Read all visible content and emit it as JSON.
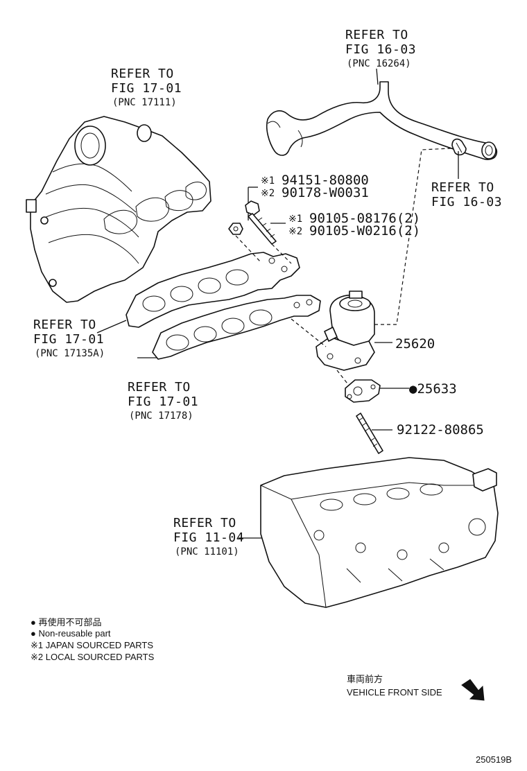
{
  "refs": {
    "hose_top": {
      "l1": "REFER TO",
      "l2": "FIG 16-03",
      "l3": "(PNC 16264)"
    },
    "intake_manifold": {
      "l1": "REFER TO",
      "l2": "FIG 17-01",
      "l3": "(PNC 17111)"
    },
    "clamp": {
      "l1": "REFER TO",
      "l2": "FIG 16-03"
    },
    "gasket_a": {
      "l1": "REFER TO",
      "l2": "FIG 17-01",
      "l3": "(PNC 17135A)"
    },
    "gasket_b": {
      "l1": "REFER TO",
      "l2": "FIG 17-01",
      "l3": "(PNC 17178)"
    },
    "cylinder_head": {
      "l1": "REFER TO",
      "l2": "FIG 11-04",
      "l3": "(PNC 11101)"
    }
  },
  "parts": {
    "nut": {
      "m1": "※1",
      "p1": "94151-80800",
      "m2": "※2",
      "p2": "90178-W0031"
    },
    "bolt": {
      "m1": "※1",
      "p1": "90105-08176(2)",
      "m2": "※2",
      "p2": "90105-W0216(2)"
    },
    "egr_valve": "25620",
    "egr_gasket": "●25633",
    "stud": "92122-80865"
  },
  "legend": {
    "jp_nonreusable": "● 再使用不可部品",
    "nonreusable": "● Non-reusable part",
    "japan": "※1 JAPAN SOURCED PARTS",
    "local": "※2 LOCAL SOURCED PARTS"
  },
  "front": {
    "jp": "車両前方",
    "en": "VEHICLE FRONT SIDE"
  },
  "figure_id": "250519B"
}
